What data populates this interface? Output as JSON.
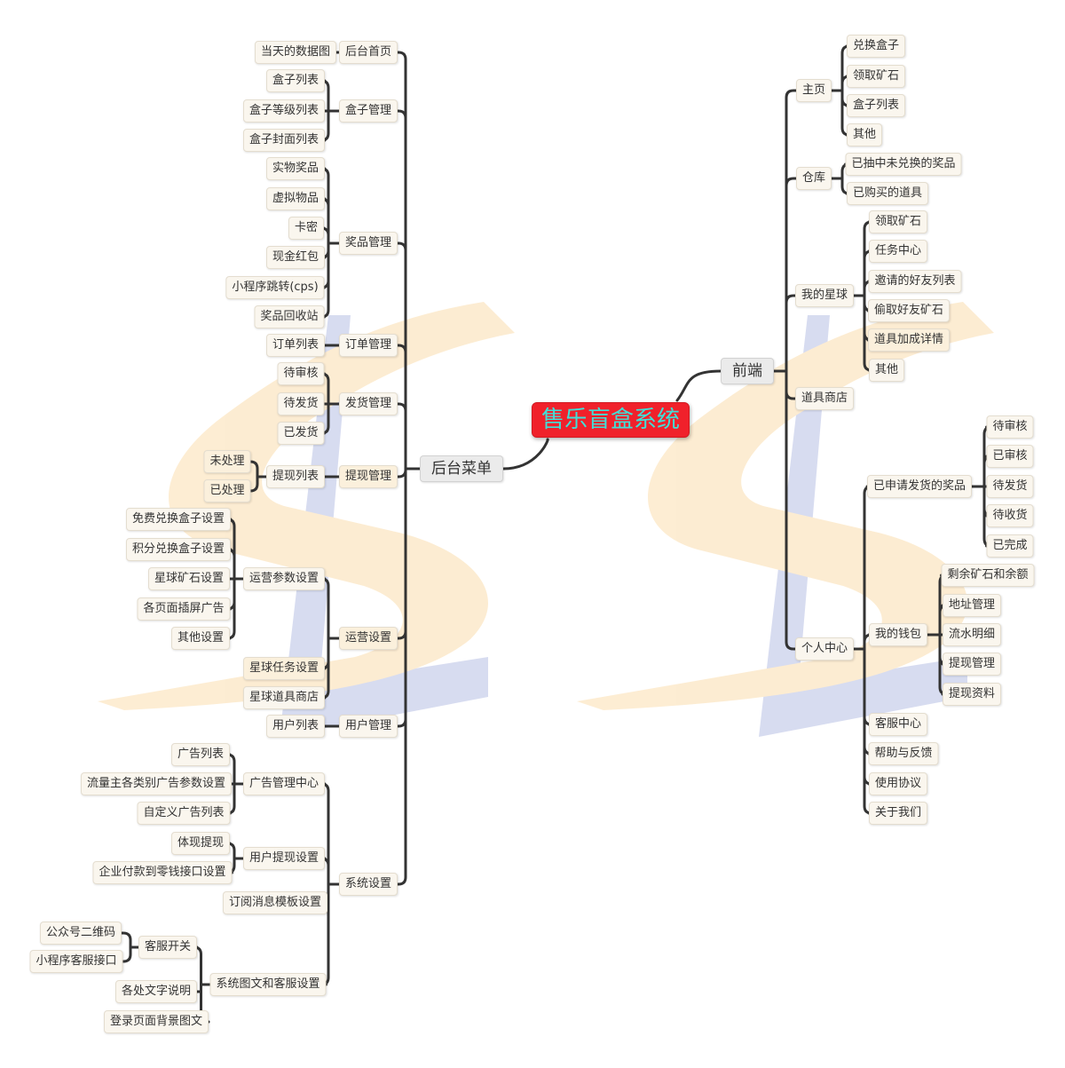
{
  "title": "售乐盲盒系统",
  "backend": {
    "label": "后台菜单",
    "groups": [
      {
        "label": "后台首页",
        "items": [
          {
            "label": "当天的数据图"
          }
        ]
      },
      {
        "label": "盒子管理",
        "items": [
          {
            "label": "盒子列表"
          },
          {
            "label": "盒子等级列表"
          },
          {
            "label": "盒子封面列表"
          }
        ]
      },
      {
        "label": "奖品管理",
        "items": [
          {
            "label": "实物奖品"
          },
          {
            "label": "虚拟物品"
          },
          {
            "label": "卡密"
          },
          {
            "label": "现金红包"
          },
          {
            "label": "小程序跳转(cps)"
          },
          {
            "label": "奖品回收站"
          }
        ]
      },
      {
        "label": "订单管理",
        "items": [
          {
            "label": "订单列表"
          }
        ]
      },
      {
        "label": "发货管理",
        "items": [
          {
            "label": "待审核"
          },
          {
            "label": "待发货"
          },
          {
            "label": "已发货"
          }
        ]
      },
      {
        "label": "提现管理",
        "items": [
          {
            "label": "提现列表",
            "items": [
              {
                "label": "未处理"
              },
              {
                "label": "已处理"
              }
            ]
          }
        ]
      },
      {
        "label": "运营设置",
        "items": [
          {
            "label": "运营参数设置",
            "items": [
              {
                "label": "免费兑换盒子设置"
              },
              {
                "label": "积分兑换盒子设置"
              },
              {
                "label": "星球矿石设置"
              },
              {
                "label": "各页面插屏广告"
              },
              {
                "label": "其他设置"
              }
            ]
          },
          {
            "label": "星球任务设置"
          },
          {
            "label": "星球道具商店"
          }
        ]
      },
      {
        "label": "用户管理",
        "items": [
          {
            "label": "用户列表"
          }
        ]
      },
      {
        "label": "系统设置",
        "items": [
          {
            "label": "广告管理中心",
            "items": [
              {
                "label": "广告列表"
              },
              {
                "label": "流量主各类别广告参数设置"
              },
              {
                "label": "自定义广告列表"
              }
            ]
          },
          {
            "label": "用户提现设置",
            "items": [
              {
                "label": "体现提现"
              },
              {
                "label": "企业付款到零钱接口设置"
              }
            ]
          },
          {
            "label": "订阅消息模板设置"
          },
          {
            "label": "系统图文和客服设置",
            "items": [
              {
                "label": "客服开关",
                "items": [
                  {
                    "label": "公众号二维码"
                  },
                  {
                    "label": "小程序客服接口"
                  }
                ]
              },
              {
                "label": "各处文字说明"
              },
              {
                "label": "登录页面背景图文"
              }
            ]
          }
        ]
      }
    ]
  },
  "frontend": {
    "label": "前端",
    "groups": [
      {
        "label": "主页",
        "items": [
          {
            "label": "兑换盒子"
          },
          {
            "label": "领取矿石"
          },
          {
            "label": "盒子列表"
          },
          {
            "label": "其他"
          }
        ]
      },
      {
        "label": "仓库",
        "items": [
          {
            "label": "已抽中未兑换的奖品"
          },
          {
            "label": "已购买的道具"
          }
        ]
      },
      {
        "label": "我的星球",
        "items": [
          {
            "label": "领取矿石"
          },
          {
            "label": "任务中心"
          },
          {
            "label": "邀请的好友列表"
          },
          {
            "label": "偷取好友矿石"
          },
          {
            "label": "道具加成详情"
          },
          {
            "label": "其他"
          }
        ]
      },
      {
        "label": "道具商店"
      },
      {
        "label": "个人中心",
        "items": [
          {
            "label": "已申请发货的奖品",
            "items": [
              {
                "label": "待审核"
              },
              {
                "label": "已审核"
              },
              {
                "label": "待发货"
              },
              {
                "label": "待收货"
              },
              {
                "label": "已完成"
              }
            ]
          },
          {
            "label": "我的钱包",
            "items": [
              {
                "label": "剩余矿石和余额"
              },
              {
                "label": "地址管理"
              },
              {
                "label": "流水明细"
              },
              {
                "label": "提现管理"
              },
              {
                "label": "提现资料"
              }
            ]
          },
          {
            "label": "客服中心"
          },
          {
            "label": "帮助与反馈"
          },
          {
            "label": "使用协议"
          },
          {
            "label": "关于我们"
          }
        ]
      }
    ]
  },
  "colors": {
    "line": "#333333",
    "root_bg": "#f0212b",
    "root_text": "#3fe0d8",
    "node_bg": "#faf6ee",
    "highlight_bg": "#fbf0dc",
    "watermark_blue": "#3e53b8",
    "watermark_orange": "#f5a623"
  }
}
